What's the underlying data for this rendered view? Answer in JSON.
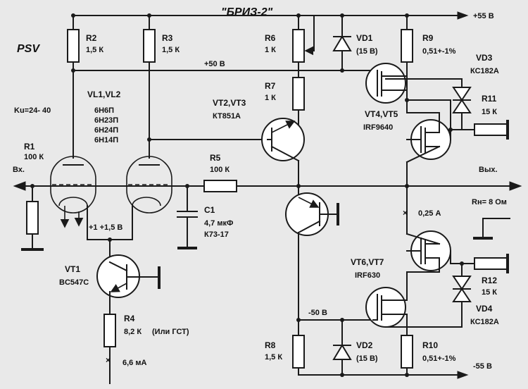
{
  "title": "\"БРИЗ-2\"",
  "brand": "PSV",
  "gain": "Ku=24- 40",
  "rails": {
    "pos55": "+55 В",
    "pos50": "+50 В",
    "neg50": "-50 В",
    "neg55": "-55 В"
  },
  "io": {
    "input": "Вх.",
    "output": "Вых.",
    "load": "Rн= 8 Ом"
  },
  "currents": {
    "out": "0,25 А",
    "tail": "6,6 мА"
  },
  "cathode_bias": "+1 +1,5 В",
  "resistors": {
    "r1": {
      "name": "R1",
      "value": "100 К"
    },
    "r2": {
      "name": "R2",
      "value": "1,5 К"
    },
    "r3": {
      "name": "R3",
      "value": "1,5 К"
    },
    "r4": {
      "name": "R4",
      "value": "8,2 К",
      "note": "(Или ГСТ)"
    },
    "r5": {
      "name": "R5",
      "value": "100 К"
    },
    "r6": {
      "name": "R6",
      "value": "1 К"
    },
    "r7": {
      "name": "R7",
      "value": "1 К"
    },
    "r8": {
      "name": "R8",
      "value": "1,5 К"
    },
    "r9": {
      "name": "R9",
      "value": "0,51+-1%"
    },
    "r10": {
      "name": "R10",
      "value": "0,51+-1%"
    },
    "r11": {
      "name": "R11",
      "value": "15 К"
    },
    "r12": {
      "name": "R12",
      "value": "15 К"
    }
  },
  "capacitor": {
    "name": "C1",
    "value": "4,7 мкФ",
    "type": "К73-17"
  },
  "diodes": {
    "vd1": {
      "name": "VD1",
      "value": "(15 В)"
    },
    "vd2": {
      "name": "VD2",
      "value": "(15 В)"
    },
    "vd3": {
      "name": "VD3",
      "value": "КС182А"
    },
    "vd4": {
      "name": "VD4",
      "value": "КС182А"
    }
  },
  "tubes": {
    "name": "VL1,VL2",
    "types": [
      "6Н6П",
      "6Н23П",
      "6Н24П",
      "6Н14П"
    ]
  },
  "transistors": {
    "vt1": {
      "name": "VT1",
      "value": "BC547C"
    },
    "vt23": {
      "name": "VT2,VT3",
      "value": "КТ851А"
    },
    "vt45": {
      "name": "VT4,VT5",
      "value": "IRF9640"
    },
    "vt67": {
      "name": "VT6,VT7",
      "value": "IRF630"
    }
  }
}
